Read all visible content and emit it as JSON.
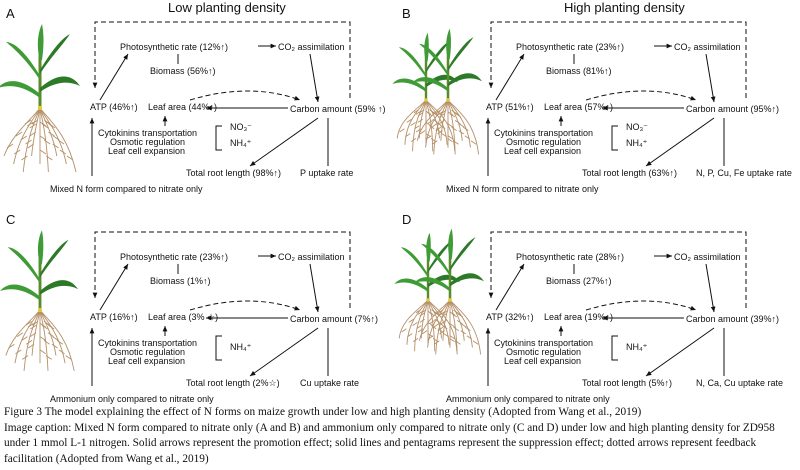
{
  "panels": [
    {
      "letter": "A",
      "heading": "Low planting density",
      "photosynthetic": "Photosynthetic rate (12%↑)",
      "co2": "CO₂ assimilation",
      "biomass": "Biomass (56%↑)",
      "atp": "ATP (46%↑)",
      "leaf": "Leaf area (44%↑)",
      "carbon": "Carbon amount (59% ↑)",
      "cytokinins": "Cytokinins transportation",
      "osmotic": "Osmotic regulation",
      "expansion": "Leaf cell expansion",
      "ions": [
        "NO₃⁻",
        "NH₄⁺"
      ],
      "root": "Total root length (98%↑)",
      "uptake": "P uptake rate",
      "footer": "Mixed N form compared to nitrate only"
    },
    {
      "letter": "B",
      "heading": "High planting density",
      "photosynthetic": "Photosynthetic rate (23%↑)",
      "co2": "CO₂ assimilation",
      "biomass": "Biomass (81%↑)",
      "atp": "ATP (51%↑)",
      "leaf": "Leaf area (57%↑)",
      "carbon": "Carbon amount (95%↑)",
      "cytokinins": "Cytokinins transportation",
      "osmotic": "Osmotic regulation",
      "expansion": "Leaf cell expansion",
      "ions": [
        "NO₃⁻",
        "NH₄⁺"
      ],
      "root": "Total root length (63%↑)",
      "uptake": "N, P, Cu, Fe uptake rate",
      "footer": "Mixed N form compared to nitrate only"
    },
    {
      "letter": "C",
      "heading": "",
      "photosynthetic": "Photosynthetic rate (23%↑)",
      "co2": "CO₂ assimilation",
      "biomass": "Biomass (1%↑)",
      "atp": "ATP (16%↑)",
      "leaf": "Leaf area (3% ☆)",
      "carbon": "Carbon amount (7%↑)",
      "cytokinins": "Cytokinins transportation",
      "osmotic": "Osmotic regulation",
      "expansion": "Leaf cell expansion",
      "ions": [
        "NH₄⁺"
      ],
      "root": "Total root length (2%☆)",
      "uptake": "Cu uptake rate",
      "footer": "Ammonium only compared to nitrate only"
    },
    {
      "letter": "D",
      "heading": "",
      "photosynthetic": "Photosynthetic rate (28%↑)",
      "co2": "CO₂ assimilation",
      "biomass": "Biomass (27%↑)",
      "atp": "ATP (32%↑)",
      "leaf": "Leaf area (19%↑)",
      "carbon": "Carbon amount (39%↑)",
      "cytokinins": "Cytokinins transportation",
      "osmotic": "Osmotic regulation",
      "expansion": "Leaf cell expansion",
      "ions": [
        "NH₄⁺"
      ],
      "root": "Total root length (5%↑)",
      "uptake": "N, Ca, Cu uptake rate",
      "footer": "Ammonium only compared to nitrate only"
    }
  ],
  "caption": {
    "figure": "Figure 3 The model explaining the effect of N forms on maize growth under low and high planting density (Adopted from Wang et al., 2019)",
    "image_caption": "Image caption: Mixed N form compared to nitrate only (A and B) and ammonium only compared to nitrate only (C and D) under low and high planting density for ZD958 under 1 mmol L-1 nitrogen. Solid arrows represent the promotion effect; solid lines and pentagrams represent the suppression effect; dotted arrows represent feedback facilitation (Adopted from Wang et al., 2019)"
  },
  "colors": {
    "stem": "#5a8a2a",
    "leaf": "#3f9b35",
    "leaf_dark": "#2c7a28",
    "root": "#b49068",
    "node": "#e2c93a",
    "ink": "#111111"
  }
}
